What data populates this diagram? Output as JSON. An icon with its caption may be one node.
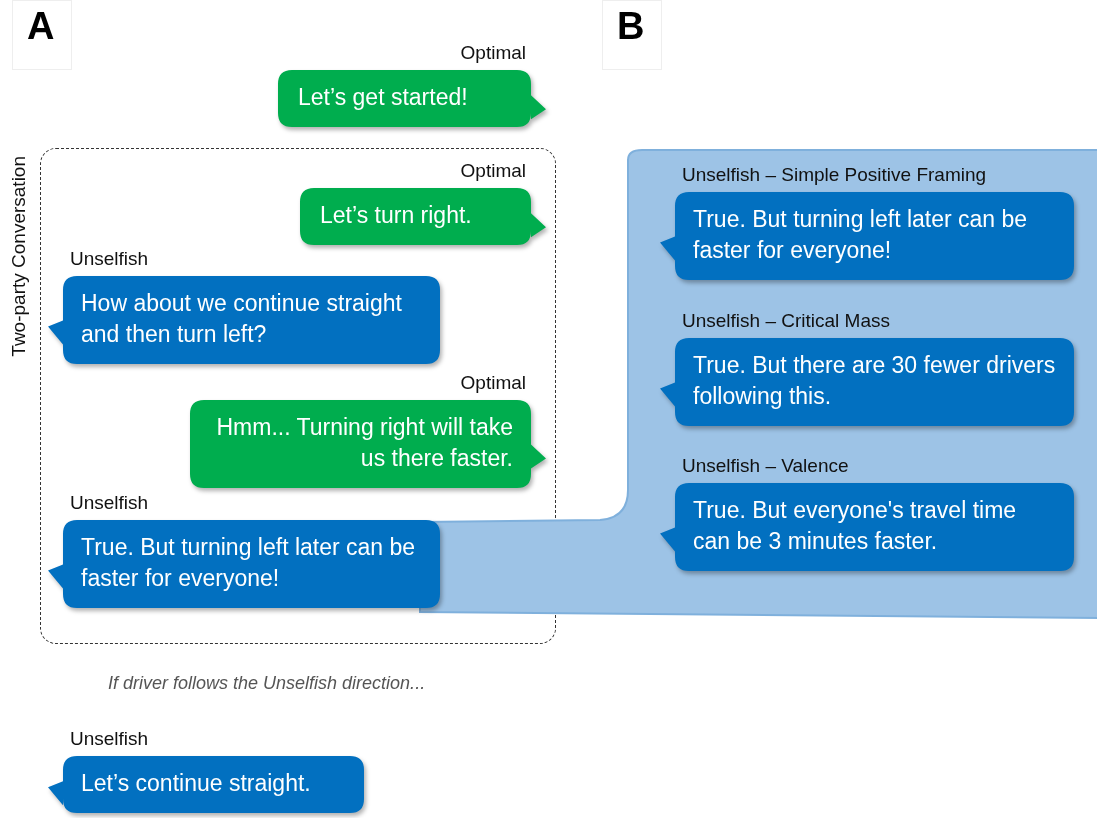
{
  "diagram": {
    "nodes": [
      {
        "text": [
          "Optimal",
          "Let’s get started!"
        ]
      },
      {
        "text": [
          "Two-party Conversation"
        ]
      },
      {
        "text": [
          "Optimal",
          "Let’s turn right."
        ],
        "in": 1
      },
      {
        "text": [
          "Unselfish",
          "How about we continue straight and then turn left?"
        ],
        "in": 1
      },
      {
        "text": [
          "Optimal",
          "Hmm... Turning right will take us there faster."
        ],
        "in": 1
      },
      {
        "text": [
          "Unselfish",
          "True. But turning left later can be faster for everyone!"
        ],
        "in": 1
      },
      {
        "text": [],
        "shape": "box"
      },
      {
        "text": [
          "Unselfish – Simple Positive Framing",
          "True. But turning left later can be faster for everyone!"
        ],
        "in": 6
      },
      {
        "text": [
          "Unselfish – Critical Mass",
          "True. But there are 30 fewer drivers following this."
        ],
        "in": 6
      },
      {
        "text": [
          "Unselfish – Valence",
          "True. But everyone's travel time can be 3 minutes faster."
        ],
        "in": 6
      },
      {
        "text": [
          "Unselfish",
          "Let’s continue straight."
        ]
      }
    ],
    "edges": [],
    "labels": [
      "A",
      "B",
      "If driver follows the Unselfish direction..."
    ]
  }
}
